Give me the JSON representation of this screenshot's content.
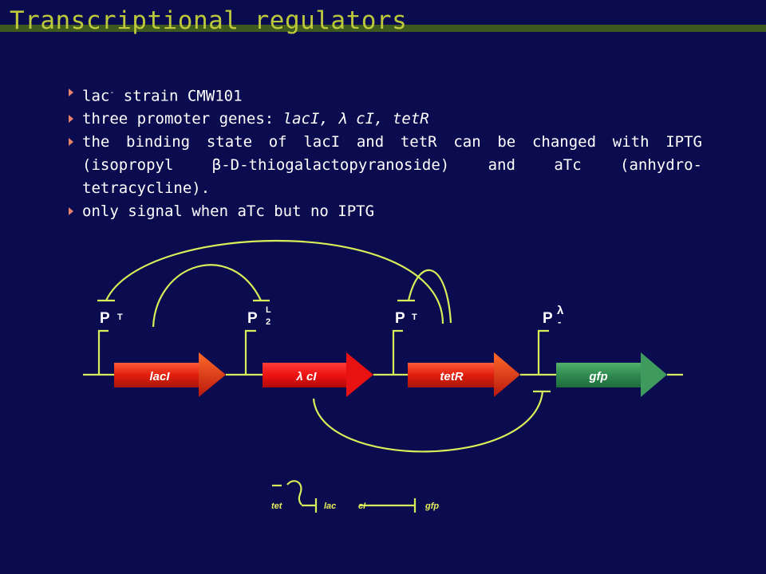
{
  "title": "Transcriptional regulators",
  "bullets": {
    "b1_text": "lac",
    "b1_sup": "-",
    "b1_rest": " strain CMW101",
    "b2_text": "three promoter genes: ",
    "b2_genes": "lacI,  cI, tetR",
    "b2_lambda": "λ",
    "b3_text": "the binding state of lacI and tetR can be changed with IPTG (isopropyl β-D-thiogalactopyranoside) and aTc (anhydro-tetracycline).",
    "b4_text": "only signal when aTc but no IPTG"
  },
  "diagram": {
    "promoters": [
      {
        "letter": "P",
        "subscript": "T"
      },
      {
        "letter": "P",
        "subscript": "L",
        "subscript2": "2"
      },
      {
        "letter": "P",
        "subscript": "T"
      },
      {
        "letter": "P",
        "subscript": "λ",
        "subscript2": "-"
      }
    ],
    "genes": [
      {
        "label": "lacI",
        "color": "#d32a12"
      },
      {
        "label": "λ cI",
        "color": "#e01010"
      },
      {
        "label": "tetR",
        "color": "#d32a12"
      },
      {
        "label": "gfp",
        "color": "#2f8a50"
      }
    ],
    "circuit": {
      "labels": [
        "tet",
        "lac",
        "cI",
        "gfp"
      ]
    },
    "line_color": "#d8ee58"
  }
}
